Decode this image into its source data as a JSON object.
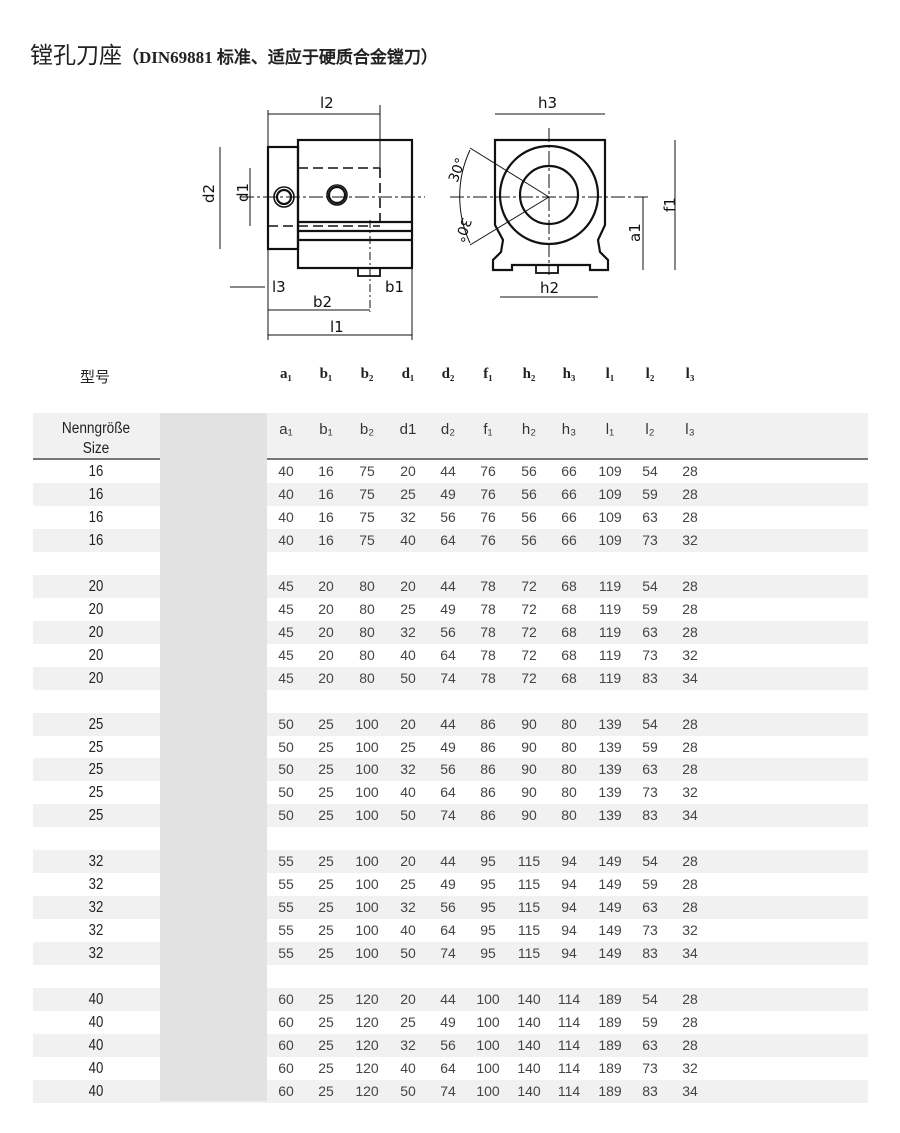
{
  "title": {
    "main": "镗孔刀座",
    "sub": "（DIN69881 标准、适应于硬质合金镗刀）"
  },
  "drawing": {
    "labels": [
      "l2",
      "h3",
      "d2",
      "d1",
      "l3",
      "b2",
      "b1",
      "l1",
      "30°",
      "30°",
      "a1",
      "f1",
      "h2"
    ]
  },
  "symbols": {
    "type_label": "型号",
    "columns": [
      "a₁",
      "b₁",
      "b₂",
      "d₁",
      "d₂",
      "f₁",
      "h₂",
      "h₃",
      "l₁",
      "l₂",
      "l₃"
    ]
  },
  "table": {
    "header_size": [
      "Nenngröße",
      "Size"
    ],
    "columns": [
      "a₁",
      "b₁",
      "b₂",
      "d1",
      "d₂",
      "f₁",
      "h₂",
      "h₃",
      "l₁",
      "l₂",
      "l₃"
    ],
    "rows": [
      {
        "size": "16",
        "values": [
          "40",
          "16",
          "75",
          "20",
          "44",
          "76",
          "56",
          "66",
          "109",
          "54",
          "28"
        ]
      },
      {
        "size": "16",
        "values": [
          "40",
          "16",
          "75",
          "25",
          "49",
          "76",
          "56",
          "66",
          "109",
          "59",
          "28"
        ]
      },
      {
        "size": "16",
        "values": [
          "40",
          "16",
          "75",
          "32",
          "56",
          "76",
          "56",
          "66",
          "109",
          "63",
          "28"
        ]
      },
      {
        "size": "16",
        "values": [
          "40",
          "16",
          "75",
          "40",
          "64",
          "76",
          "56",
          "66",
          "109",
          "73",
          "32"
        ]
      },
      null,
      {
        "size": "20",
        "values": [
          "45",
          "20",
          "80",
          "20",
          "44",
          "78",
          "72",
          "68",
          "119",
          "54",
          "28"
        ]
      },
      {
        "size": "20",
        "values": [
          "45",
          "20",
          "80",
          "25",
          "49",
          "78",
          "72",
          "68",
          "119",
          "59",
          "28"
        ]
      },
      {
        "size": "20",
        "values": [
          "45",
          "20",
          "80",
          "32",
          "56",
          "78",
          "72",
          "68",
          "119",
          "63",
          "28"
        ]
      },
      {
        "size": "20",
        "values": [
          "45",
          "20",
          "80",
          "40",
          "64",
          "78",
          "72",
          "68",
          "119",
          "73",
          "32"
        ]
      },
      {
        "size": "20",
        "values": [
          "45",
          "20",
          "80",
          "50",
          "74",
          "78",
          "72",
          "68",
          "119",
          "83",
          "34"
        ]
      },
      null,
      {
        "size": "25",
        "values": [
          "50",
          "25",
          "100",
          "20",
          "44",
          "86",
          "90",
          "80",
          "139",
          "54",
          "28"
        ]
      },
      {
        "size": "25",
        "values": [
          "50",
          "25",
          "100",
          "25",
          "49",
          "86",
          "90",
          "80",
          "139",
          "59",
          "28"
        ]
      },
      {
        "size": "25",
        "values": [
          "50",
          "25",
          "100",
          "32",
          "56",
          "86",
          "90",
          "80",
          "139",
          "63",
          "28"
        ]
      },
      {
        "size": "25",
        "values": [
          "50",
          "25",
          "100",
          "40",
          "64",
          "86",
          "90",
          "80",
          "139",
          "73",
          "32"
        ]
      },
      {
        "size": "25",
        "values": [
          "50",
          "25",
          "100",
          "50",
          "74",
          "86",
          "90",
          "80",
          "139",
          "83",
          "34"
        ]
      },
      null,
      {
        "size": "32",
        "values": [
          "55",
          "25",
          "100",
          "20",
          "44",
          "95",
          "115",
          "94",
          "149",
          "54",
          "28"
        ]
      },
      {
        "size": "32",
        "values": [
          "55",
          "25",
          "100",
          "25",
          "49",
          "95",
          "115",
          "94",
          "149",
          "59",
          "28"
        ]
      },
      {
        "size": "32",
        "values": [
          "55",
          "25",
          "100",
          "32",
          "56",
          "95",
          "115",
          "94",
          "149",
          "63",
          "28"
        ]
      },
      {
        "size": "32",
        "values": [
          "55",
          "25",
          "100",
          "40",
          "64",
          "95",
          "115",
          "94",
          "149",
          "73",
          "32"
        ]
      },
      {
        "size": "32",
        "values": [
          "55",
          "25",
          "100",
          "50",
          "74",
          "95",
          "115",
          "94",
          "149",
          "83",
          "34"
        ]
      },
      null,
      {
        "size": "40",
        "values": [
          "60",
          "25",
          "120",
          "20",
          "44",
          "100",
          "140",
          "114",
          "189",
          "54",
          "28"
        ]
      },
      {
        "size": "40",
        "values": [
          "60",
          "25",
          "120",
          "25",
          "49",
          "100",
          "140",
          "114",
          "189",
          "59",
          "28"
        ]
      },
      {
        "size": "40",
        "values": [
          "60",
          "25",
          "120",
          "32",
          "56",
          "100",
          "140",
          "114",
          "189",
          "63",
          "28"
        ]
      },
      {
        "size": "40",
        "values": [
          "60",
          "25",
          "120",
          "40",
          "64",
          "100",
          "140",
          "114",
          "189",
          "73",
          "32"
        ]
      },
      {
        "size": "40",
        "values": [
          "60",
          "25",
          "120",
          "50",
          "74",
          "100",
          "140",
          "114",
          "189",
          "83",
          "34"
        ]
      }
    ]
  }
}
